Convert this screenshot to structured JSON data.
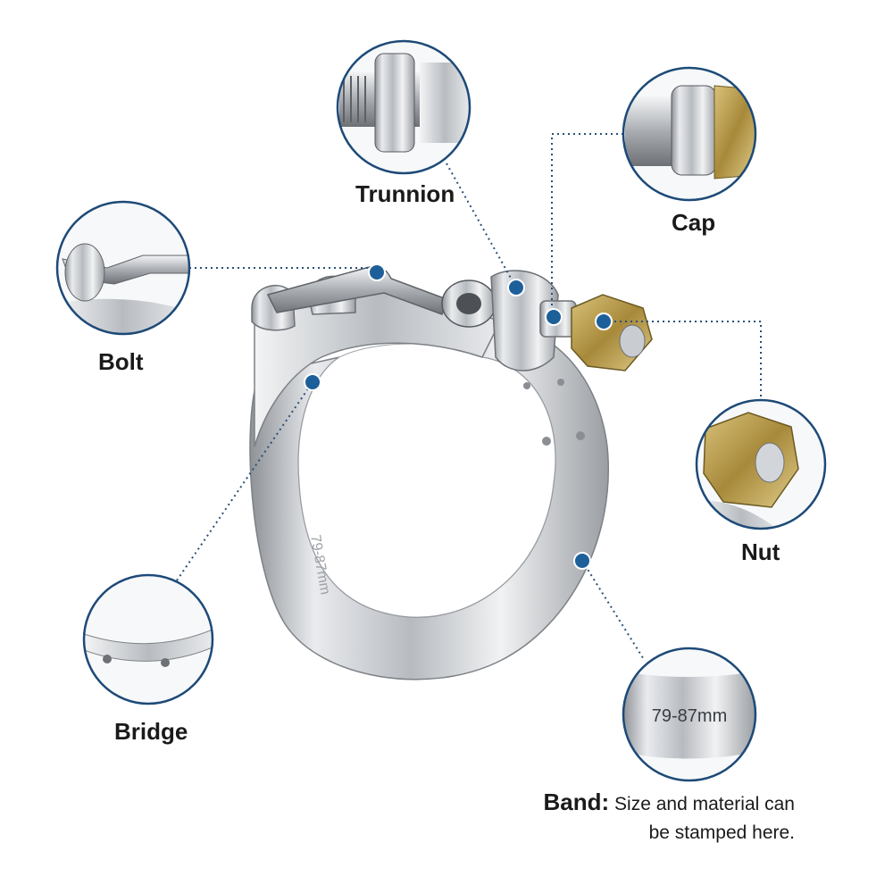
{
  "labels": {
    "trunnion": "Trunnion",
    "cap": "Cap",
    "bolt": "Bolt",
    "nut": "Nut",
    "bridge": "Bridge",
    "band_title": "Band:",
    "band_desc_line1": "Size and material can",
    "band_desc_line2": "be stamped here."
  },
  "stamp_text": "79-87mm",
  "colors": {
    "callout_ring": "#1d4a78",
    "marker_dot": "#1d5f99",
    "leader_line": "#2a4f7a",
    "steel": "#c9ccd0",
    "brass": "#b9a04c"
  }
}
